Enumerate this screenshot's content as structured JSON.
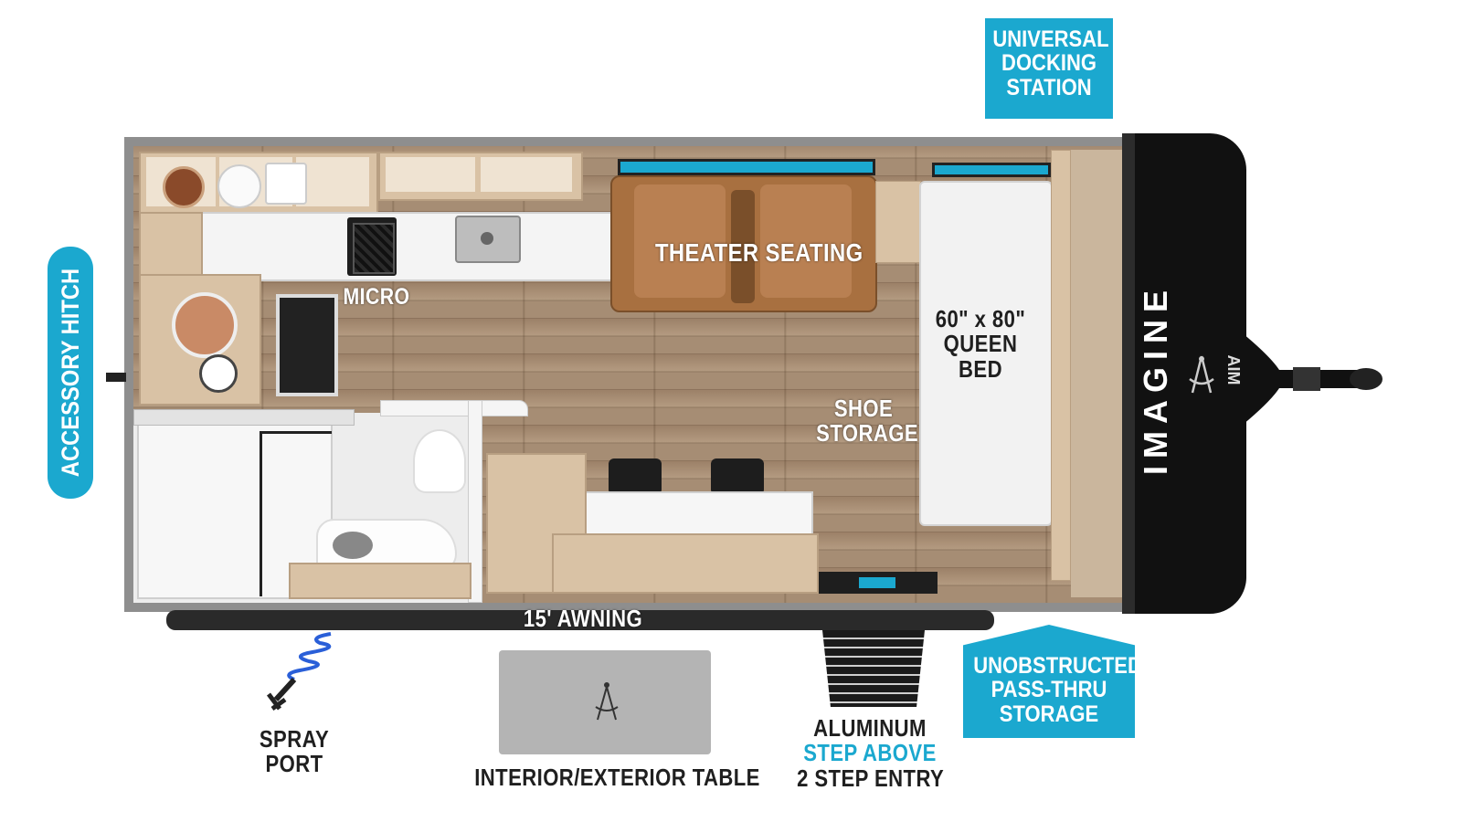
{
  "labels": {
    "universal_docking": [
      "UNIVERSAL",
      "DOCKING",
      "STATION"
    ],
    "accessory_hitch": "ACCESSORY HITCH",
    "micro": "MICRO",
    "theater_seating": "THEATER SEATING",
    "queen_bed": [
      "60\" x 80\"",
      "QUEEN",
      "BED"
    ],
    "shoe_storage": [
      "SHOE",
      "STORAGE"
    ],
    "awning": "15' AWNING",
    "spray_port": [
      "SPRAY",
      "PORT"
    ],
    "table": "INTERIOR/EXTERIOR TABLE",
    "entry": [
      "ALUMINUM",
      "STEP ABOVE",
      "2 STEP ENTRY"
    ],
    "pass_thru": [
      "UNOBSTRUCTED",
      "PASS-THRU",
      "STORAGE"
    ],
    "brand": "IMAGINE",
    "brand_sub": "AIM"
  },
  "colors": {
    "callout": "#1ba8cf",
    "step_above": "#1ba8cf",
    "wall": "#8e8e8e",
    "floor": "#a68d74",
    "cabinet": "#d9c2a5",
    "sofa": "#a87040",
    "front_cap": "#111111"
  },
  "icons": [
    "spray-hose-icon",
    "compass-logo-icon",
    "hitch-icon"
  ]
}
